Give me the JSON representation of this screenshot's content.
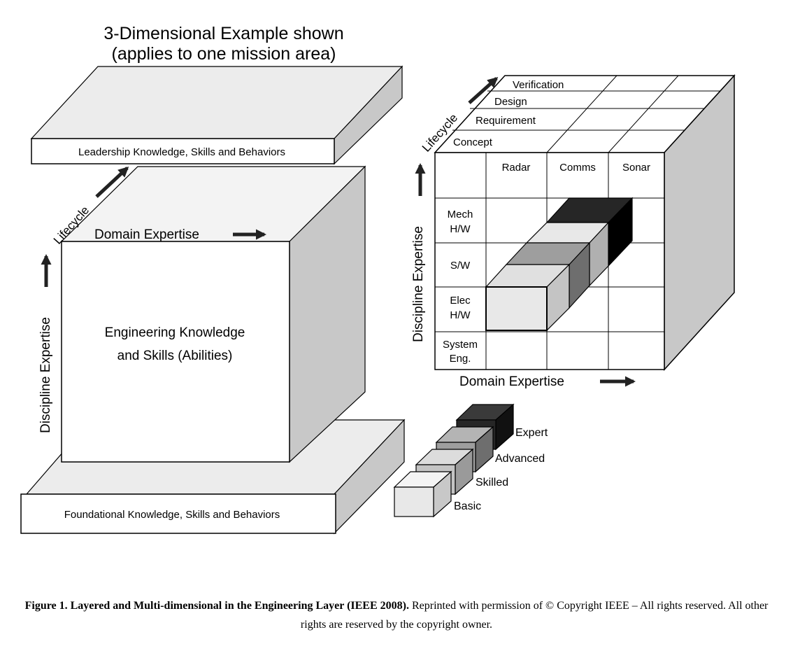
{
  "title": {
    "line1": "3-Dimensional Example shown",
    "line2": "(applies to one mission area)"
  },
  "layers": {
    "leadership": "Leadership Knowledge, Skills and Behaviors",
    "engineering_line1": "Engineering Knowledge",
    "engineering_line2": "and Skills (Abilities)",
    "foundational": "Foundational Knowledge, Skills and Behaviors"
  },
  "axes": {
    "lifecycle": "Lifecycle",
    "domain_expertise": "Domain Expertise",
    "discipline_expertise": "Discipline Expertise"
  },
  "matrix": {
    "lifecycle_phases": [
      "Verification",
      "Design",
      "Requirement",
      "Concept"
    ],
    "domains": [
      "Radar",
      "Comms",
      "Sonar"
    ],
    "disciplines": [
      {
        "line1": "Mech",
        "line2": "H/W"
      },
      {
        "line1": "S/W",
        "line2": ""
      },
      {
        "line1": "Elec",
        "line2": "H/W"
      },
      {
        "line1": "System",
        "line2": "Eng."
      }
    ]
  },
  "legend": {
    "levels": [
      {
        "label": "Basic",
        "color": "#e8e8e8"
      },
      {
        "label": "Skilled",
        "color": "#c4c4c4"
      },
      {
        "label": "Advanced",
        "color": "#9e9e9e"
      },
      {
        "label": "Expert",
        "color": "#262626"
      }
    ]
  },
  "caption": {
    "bold": "Figure 1. Layered and Multi-dimensional in the Engineering Layer (IEEE 2008).",
    "rest": " Reprinted with permission of © Copyright IEEE – All rights reserved. All other rights are reserved by the copyright owner."
  }
}
